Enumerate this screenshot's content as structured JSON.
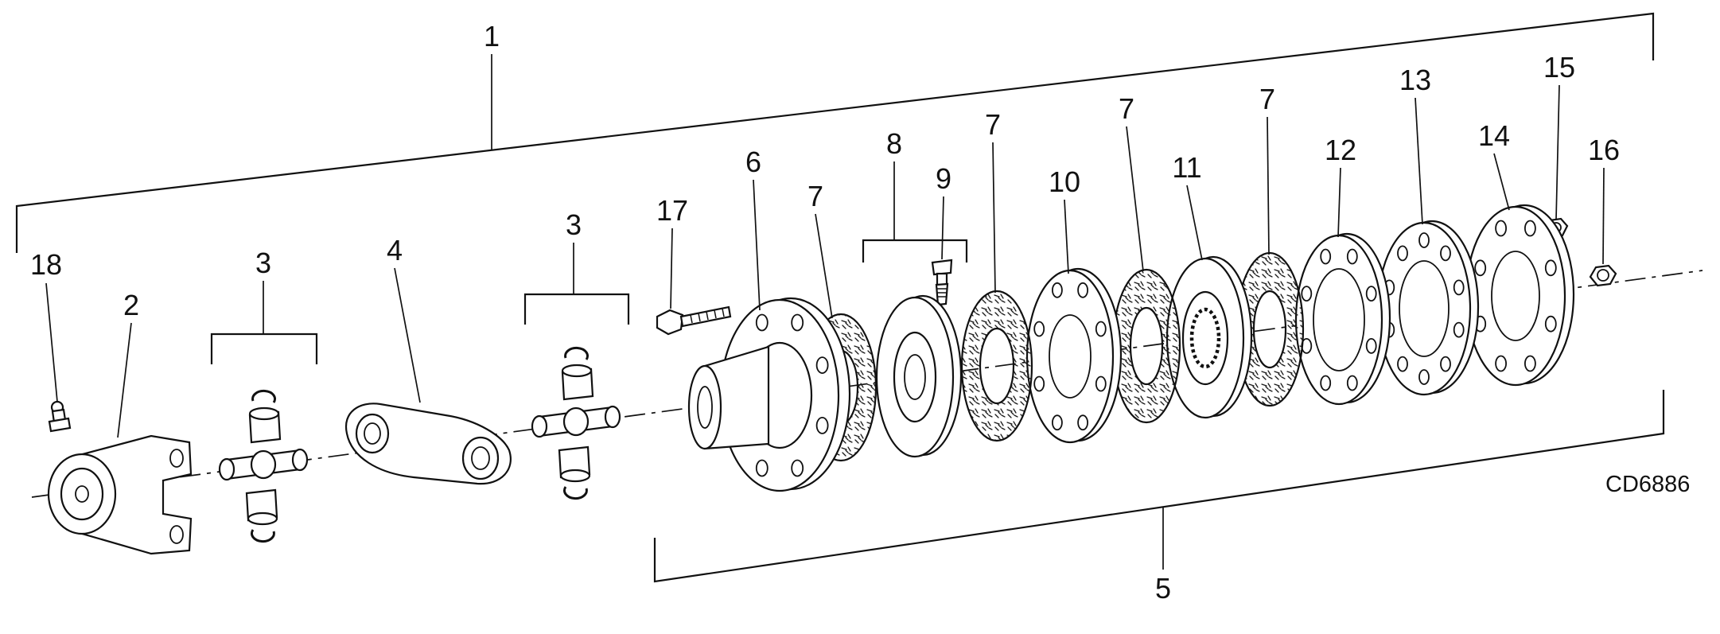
{
  "figure": {
    "code": "CD6886"
  },
  "callouts": {
    "c1": "1",
    "c2": "2",
    "c3a": "3",
    "c3b": "3",
    "c4": "4",
    "c5": "5",
    "c6": "6",
    "c7a": "7",
    "c7b": "7",
    "c7c": "7",
    "c7d": "7",
    "c8": "8",
    "c9": "9",
    "c10": "10",
    "c11": "11",
    "c12": "12",
    "c13": "13",
    "c14": "14",
    "c15": "15",
    "c16": "16",
    "c17": "17",
    "c18": "18"
  },
  "colors": {
    "line": "#111111",
    "background": "#ffffff"
  }
}
